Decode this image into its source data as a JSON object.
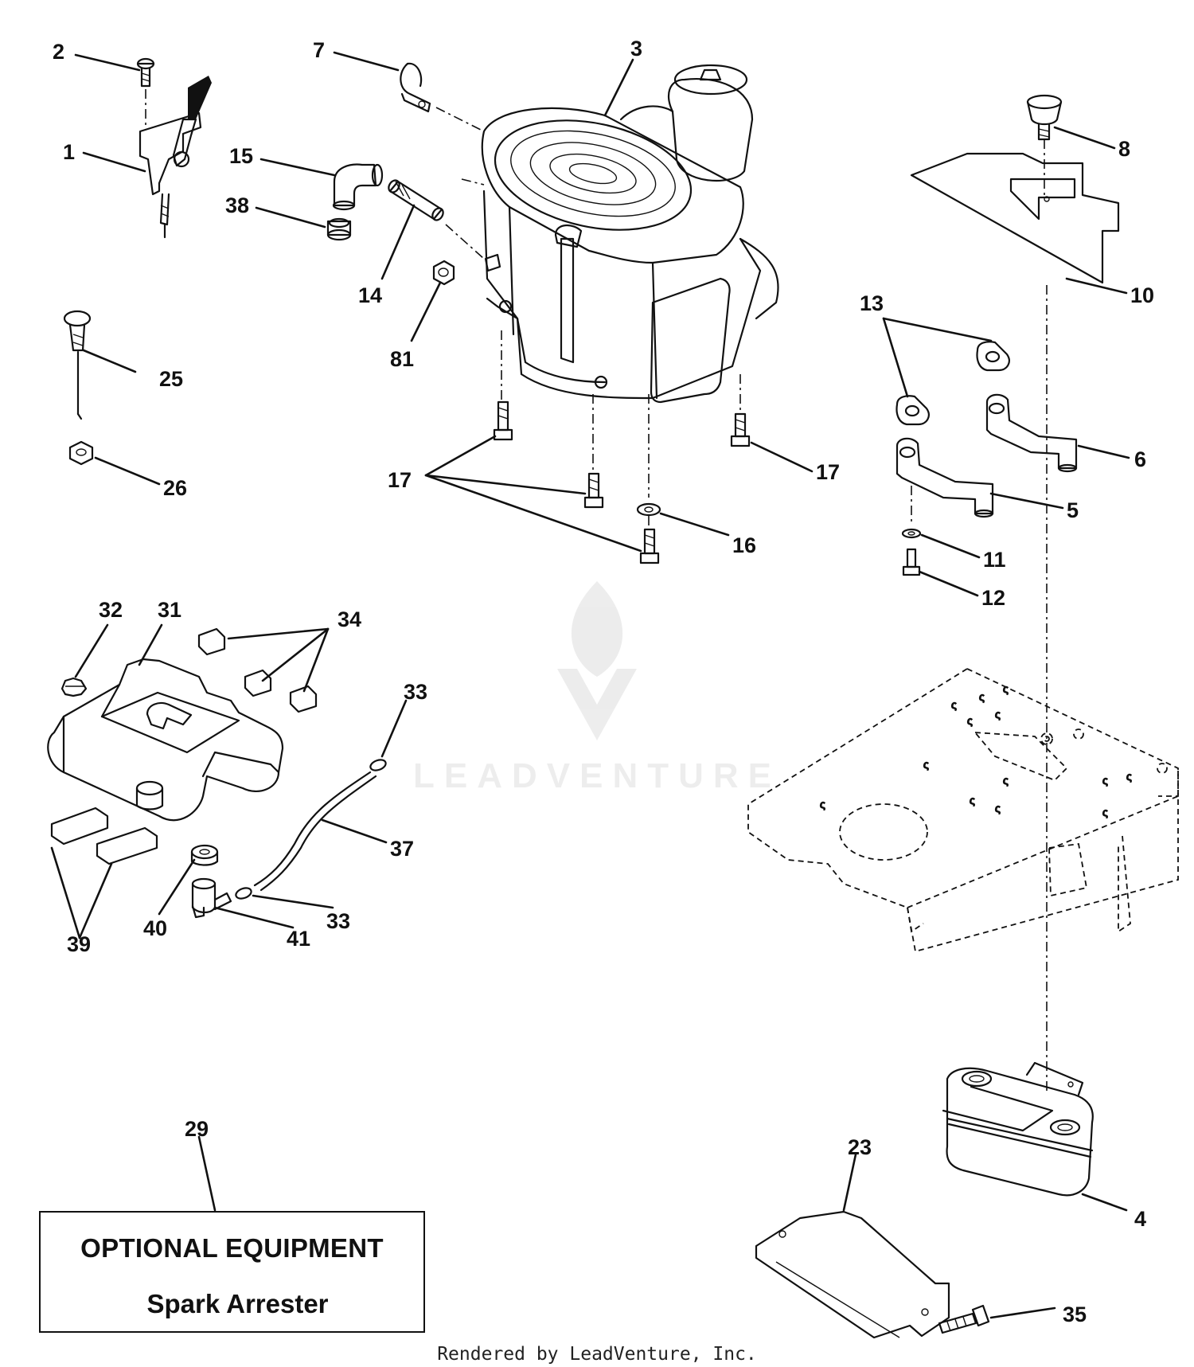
{
  "callouts": {
    "c1": "1",
    "c2": "2",
    "c3": "3",
    "c4": "4",
    "c5": "5",
    "c6": "6",
    "c7": "7",
    "c8": "8",
    "c10": "10",
    "c11": "11",
    "c12": "12",
    "c13": "13",
    "c14": "14",
    "c15": "15",
    "c16": "16",
    "c17a": "17",
    "c17b": "17",
    "c23": "23",
    "c25": "25",
    "c26": "26",
    "c29": "29",
    "c31": "31",
    "c32": "32",
    "c33a": "33",
    "c33b": "33",
    "c34": "34",
    "c35": "35",
    "c37": "37",
    "c38": "38",
    "c39": "39",
    "c40": "40",
    "c41": "41",
    "c81": "81"
  },
  "optional_equipment": {
    "title": "OPTIONAL EQUIPMENT",
    "subtitle": "Spark Arrester"
  },
  "watermark": "LEADVENTURE",
  "footer": "Rendered by LeadVenture, Inc."
}
